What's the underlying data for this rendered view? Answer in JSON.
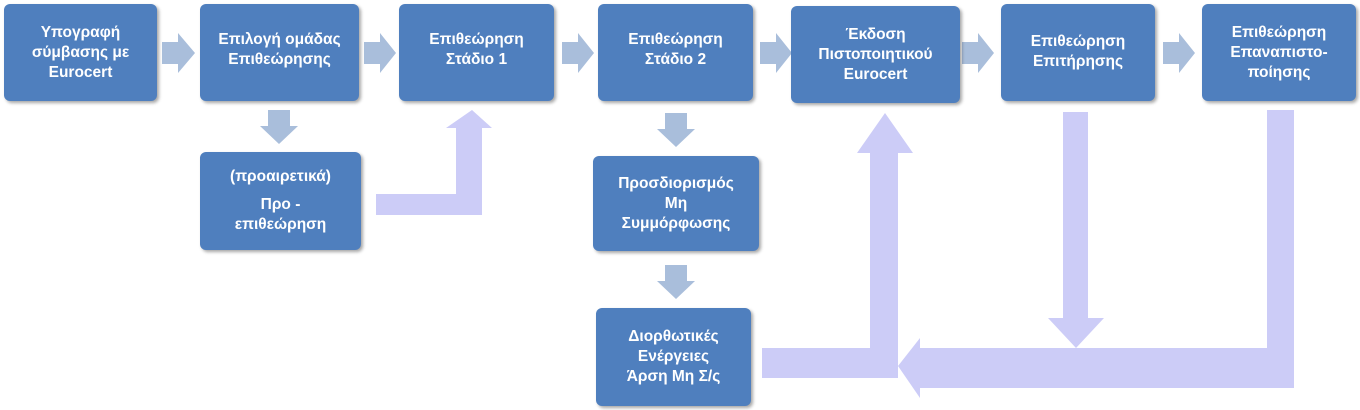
{
  "diagram": {
    "steps": {
      "sign_contract": [
        "Υπογραφή",
        "σύμβασης με",
        "Eurocert"
      ],
      "select_team": [
        "Επιλογή ομάδας",
        "Επιθεώρησης"
      ],
      "stage1": [
        "Επιθεώρηση",
        "Στάδιο 1"
      ],
      "stage2": [
        "Επιθεώρηση",
        "Στάδιο  2"
      ],
      "issue_cert": [
        "Έκδοση",
        "Πιστοποιητικού",
        "Eurocert"
      ],
      "surveillance": [
        "Επιθεώρηση",
        "Επιτήρησης"
      ],
      "recert": [
        "Επιθεώρηση",
        "Επαναπιστο-",
        "ποίησης"
      ],
      "preaudit_optional": "(προαιρετικά)",
      "preaudit": [
        "Προ -",
        "επιθεώρηση"
      ],
      "nonconformity": [
        "Προσδιορισμός",
        "Μη",
        "Συμμόρφωσης"
      ],
      "corrective": [
        "Διορθωτικές",
        "Ενέργειες",
        "Άρση Μη Σ/ς"
      ]
    },
    "colors": {
      "box": "#4f7fbe",
      "box_text": "#ffffff",
      "arrow_small": "#a9bedb",
      "arrow_large": "#ccccf7"
    }
  }
}
